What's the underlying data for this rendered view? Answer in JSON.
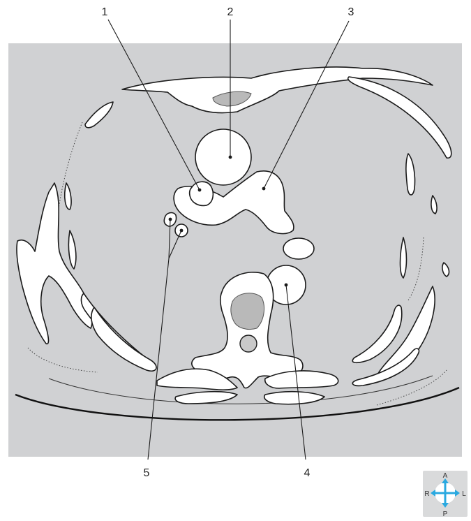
{
  "figure": {
    "labels": [
      {
        "id": "1",
        "text": "1"
      },
      {
        "id": "2",
        "text": "2"
      },
      {
        "id": "3",
        "text": "3"
      },
      {
        "id": "4",
        "text": "4"
      },
      {
        "id": "5",
        "text": "5"
      }
    ],
    "colors": {
      "background": "#d0d1d3",
      "structure_fill": "#ffffff",
      "outline": "#1a1a1a",
      "compass_box": "#d9dadb",
      "compass_arrows": "#29a9e0"
    },
    "orientation": {
      "anterior": "A",
      "posterior": "P",
      "right": "R",
      "left": "L"
    }
  }
}
